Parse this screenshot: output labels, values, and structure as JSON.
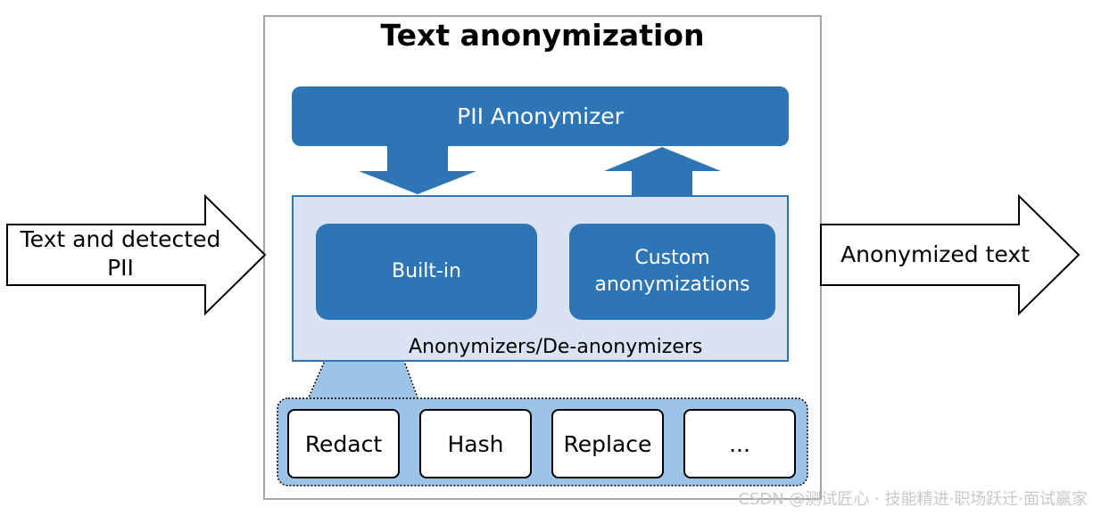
{
  "title": "Text anonymization",
  "pii_anonymizer": {
    "label": "PII Anonymizer"
  },
  "anonymizers_panel": {
    "label": "Anonymizers/De-anonymizers",
    "built_in": {
      "label": "Built-in"
    },
    "custom": {
      "line1": "Custom",
      "line2": "anonymizations"
    }
  },
  "methods": [
    "Redact",
    "Hash",
    "Replace",
    "..."
  ],
  "input": {
    "line1": "Text and detected",
    "line2": "PII"
  },
  "output": {
    "label": "Anonymized text"
  },
  "watermark": "CSDN @测试匠心 · 技能精进·职场跃迁·面试赢家",
  "colors": {
    "accent": "#2e75b6",
    "panel_fill": "#dae3f3",
    "methods_fill": "#9dc3e6"
  }
}
